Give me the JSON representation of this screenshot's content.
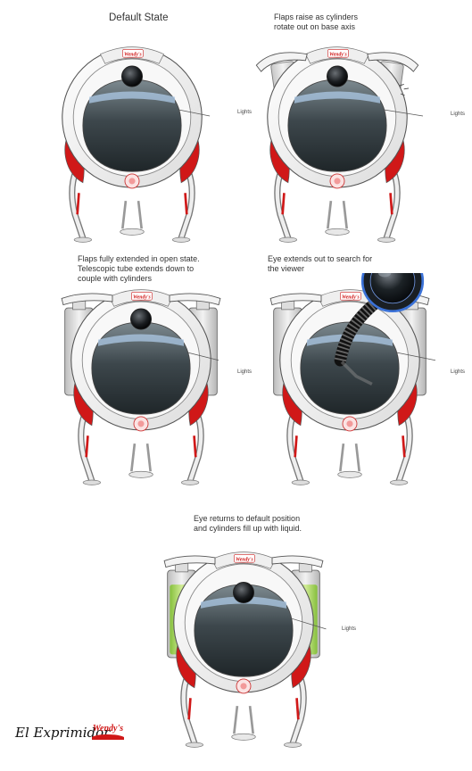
{
  "panels": [
    {
      "caption": [
        "Default State"
      ],
      "lights_label": "Lights",
      "state": "default"
    },
    {
      "caption": [
        "Flaps raise as cylinders",
        "rotate out on base axis"
      ],
      "lights_label": "Lights",
      "state": "flaps-raising"
    },
    {
      "caption": [
        "Flaps fully extended in open state.",
        "Telescopic tube extends down to",
        "couple with cylinders"
      ],
      "lights_label": "Lights",
      "state": "flaps-open"
    },
    {
      "caption": [
        "Eye extends out to search for",
        "the viewer"
      ],
      "lights_label": "Lights",
      "state": "eye-extended"
    },
    {
      "caption": [
        "Eye returns to default position",
        "and cylinders fill up with liquid."
      ],
      "lights_label": "Lights",
      "state": "cylinders-filled"
    }
  ],
  "brand_logo_text": "Wendy's",
  "footer": {
    "product_name": "El Exprimidor"
  },
  "colors": {
    "body_white": "#f6f6f6",
    "outline": "#555555",
    "accent_red": "#d01818",
    "screen_dark": "#3c4448",
    "liquid_green": "#9fd24a",
    "eye_blue": "#2f6fd6"
  }
}
